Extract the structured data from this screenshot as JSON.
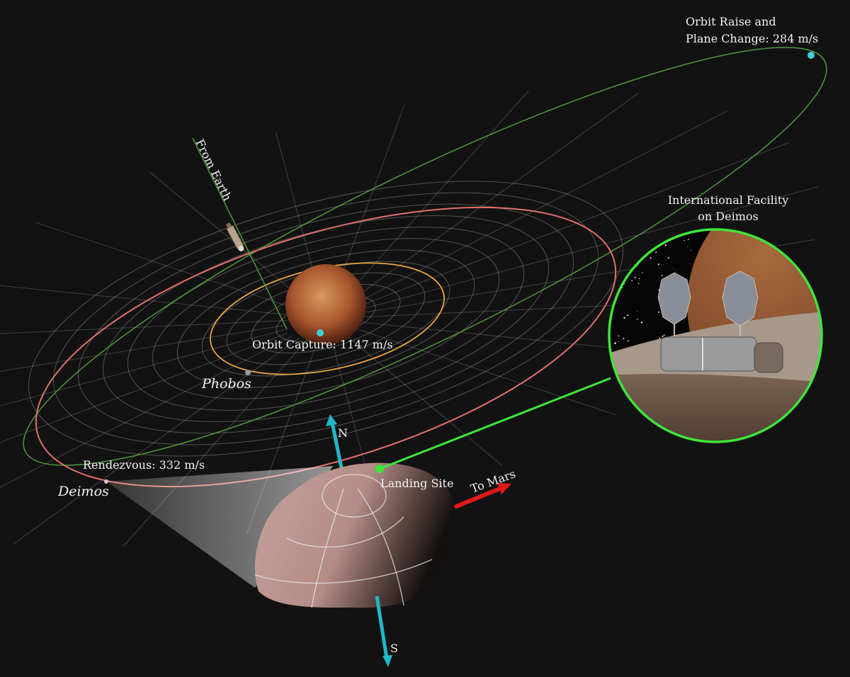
{
  "labels": {
    "orbit_raise_line1": "Orbit Raise and",
    "orbit_raise_line2": "Plane Change: 284 m/s",
    "from_earth": "From Earth",
    "facility_line1": "International Facility",
    "facility_line2": "on Deimos",
    "orbit_capture": "Orbit Capture: 1147 m/s",
    "phobos": "Phobos",
    "north": "N",
    "south": "S",
    "rendezvous": "Rendezvous: 332 m/s",
    "deimos": "Deimos",
    "landing_site": "Landing Site",
    "to_mars": "To Mars"
  },
  "colors": {
    "background": "#121212",
    "transfer_orbit": "#4f9a3c",
    "deimos_orbit": "#e0706a",
    "phobos_orbit": "#e6a640",
    "inset_ring": "#3ee63a",
    "axis_arrow": "#22b8c8",
    "to_mars_arrow": "#e01818",
    "burn_point": "#3fd0d8"
  }
}
